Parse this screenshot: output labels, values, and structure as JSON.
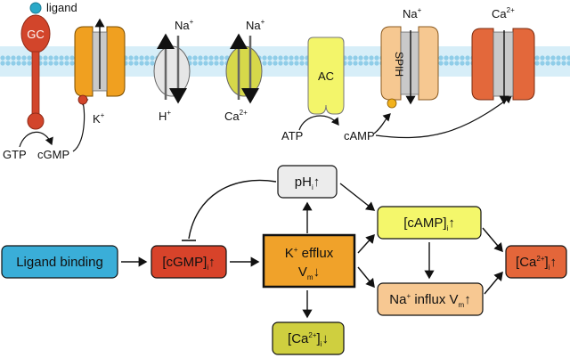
{
  "membrane": {
    "gc_label": "GC",
    "ligand_label": "ligand",
    "gtp_label": "GTP",
    "cgmp_label": "cGMP",
    "k_channel_ion": "K",
    "k_channel_ion_sup": "+",
    "nhe_top_ion": "Na",
    "nhe_top_sup": "+",
    "nhe_bottom_ion": "H",
    "nhe_bottom_sup": "+",
    "ncx_top_ion": "Na",
    "ncx_top_sup": "+",
    "ncx_bottom_ion": "Ca",
    "ncx_bottom_sup": "2+",
    "ac_label": "AC",
    "atp_label": "ATP",
    "camp_label": "cAMP",
    "spih_label": "SPIH",
    "spih_ion": "Na",
    "spih_ion_sup": "+",
    "ca_channel_ion": "Ca",
    "ca_channel_sup": "2+"
  },
  "flow": {
    "ligand_binding": "Ligand binding",
    "cgmp_box": {
      "main": "[cGMP]",
      "sub": "i",
      "arrow": "↑"
    },
    "ph_box": {
      "main": "pH",
      "sub": "i",
      "arrow": "↑"
    },
    "k_efflux_box": {
      "line1": "K",
      "line1_sup": "+",
      "line1_rest": " efflux",
      "line2": "V",
      "line2_sub": "m",
      "arrow": "↓"
    },
    "ca_low_box": {
      "main": "[Ca",
      "sup": "2+",
      "close": "]",
      "sub": "i",
      "arrow": "↓"
    },
    "camp_box": {
      "main": "[cAMP]",
      "sub": "i",
      "arrow": "↑"
    },
    "na_influx_box": {
      "main": "Na",
      "sup": "+",
      "rest": " influx V",
      "sub": "m",
      "arrow": "↑"
    },
    "ca_high_box": {
      "main": "[Ca",
      "sup": "2+",
      "close": "]",
      "sub": "i",
      "arrow": "↑"
    }
  },
  "colors": {
    "membrane": "#bfe3f3",
    "gc_red": "#d2452b",
    "ligand_cyan": "#2aa9c8",
    "k_orange": "#f0a020",
    "grey": "#c9c9c9",
    "nhe_light": "#e6e6e6",
    "ncx_olive": "#d6d84a",
    "ac_yellow": "#f3f56a",
    "spih_peach": "#f6c891",
    "ca_orange": "#e3683b",
    "ligand_box": "#3aaed8",
    "cgmp_box": "#d8432a",
    "ph_box": "#ececec",
    "k_box": "#f0a22a",
    "ca_low_box": "#cfcf3f",
    "camp_box": "#f4f76b",
    "na_box": "#f7c892",
    "ca_high_box": "#e4663a"
  }
}
